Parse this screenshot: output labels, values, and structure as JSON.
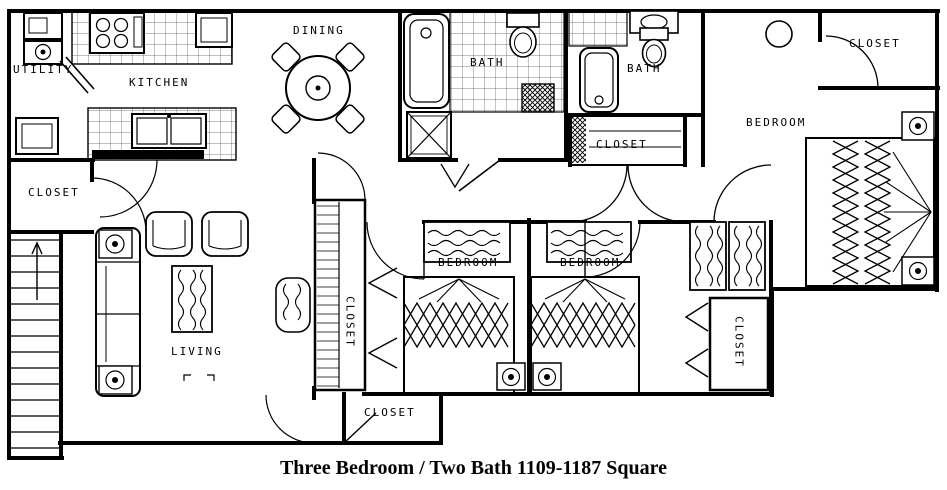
{
  "caption": "Three Bedroom / Two Bath 1109-1187 Square",
  "colors": {
    "ink": "#000000",
    "paper": "#ffffff"
  },
  "labels": {
    "utility": "UTILITY",
    "kitchen": "KITCHEN",
    "dining": "DINING",
    "bath_main": "BATH",
    "bath_second": "BATH",
    "closet_top_right": "CLOSET",
    "bedroom_right": "BEDROOM",
    "closet_hall": "CLOSET",
    "closet_left": "CLOSET",
    "living": "LIVING",
    "closet_center": "CLOSET",
    "bedroom_center_left": "BEDROOM",
    "bedroom_center_right": "BEDROOM",
    "closet_right_wing": "CLOSET",
    "closet_bottom": "CLOSET"
  }
}
